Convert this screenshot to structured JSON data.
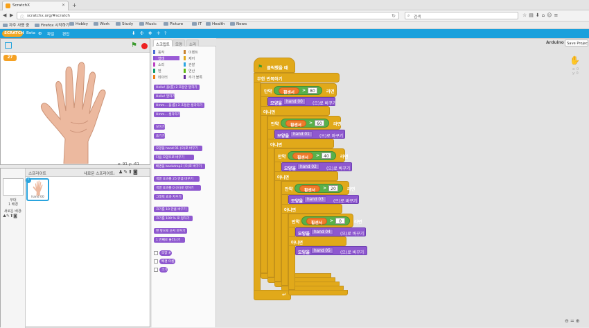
{
  "browser": {
    "tab_title": "ScratchX",
    "url": "scratchx.org/#scratch",
    "search_placeholder": "검색",
    "bookmarks": [
      "자주 사용 중",
      "Firefox 시작하기",
      "Hobby",
      "Work",
      "Study",
      "Music",
      "Picture",
      "IT",
      "Health",
      "News"
    ]
  },
  "menu": {
    "logo": "SCRATCH",
    "items": [
      "Beta",
      "파일",
      "편집"
    ]
  },
  "stage": {
    "counter": "27",
    "coords": "x: 91  y: -61"
  },
  "sprites": {
    "title": "스프라이트",
    "new_sprite": "새로운 스프라이트:",
    "stage_label": "무대",
    "stage_sub": "1 배경",
    "new_backdrop": "새로운 배경:",
    "sprite_name": "hand 00"
  },
  "palette": {
    "tabs": [
      "스크립트",
      "모양",
      "소리"
    ],
    "categories_left": [
      "동작",
      "형태",
      "소리",
      "펜",
      "데이터"
    ],
    "categories_right": [
      "이벤트",
      "제어",
      "관찰",
      "연산",
      "추가 블록"
    ],
    "blocks": [
      "Hello! 을(를) 2 초동안 말하기",
      "Hello! 말하기",
      "Hmm... 을(를) 2 초동안 생각하기",
      "Hmm... 생각하기",
      "보이기",
      "숨기기",
      "모양을 hand 01 (으)로 바꾸기",
      "다음 모양으로 바꾸기",
      "배경을 backdrop1 (으)로 바꾸기",
      "색깔 효과를 25 만큼 바꾸기",
      "색깔 효과를 0 (으)로 정하기",
      "그래픽 효과 지우기",
      "크기를 10 만큼 바꾸기",
      "크기를 100 % 로 정하기",
      "맨 앞으로 순서 바꾸기",
      "1 번째로 물러나기",
      "모양 #",
      "배경 이름",
      "크기"
    ]
  },
  "script_area": {
    "arduino_label": "Arduino",
    "save_button": "Save Project",
    "ghost_coords": [
      "x: 0",
      "y: 0"
    ],
    "hat_label": "클릭했을 때",
    "forever_label": "무한 반복하기",
    "if_label": "만약",
    "then_label": "라면",
    "else_label": "아니면",
    "sensor_label": "휨센서",
    "gt_symbol": ">",
    "set_costume_prefix": "모양을",
    "set_costume_suffix": "(으)로 바꾸기",
    "levels": [
      {
        "threshold": "80",
        "costume": "hand 00"
      },
      {
        "threshold": "60",
        "costume": "hand 01"
      },
      {
        "threshold": "40",
        "costume": "hand 02"
      },
      {
        "threshold": "20",
        "costume": "hand 03"
      },
      {
        "threshold": "0",
        "costume": "hand 04"
      }
    ],
    "final_costume": "hand 05"
  }
}
